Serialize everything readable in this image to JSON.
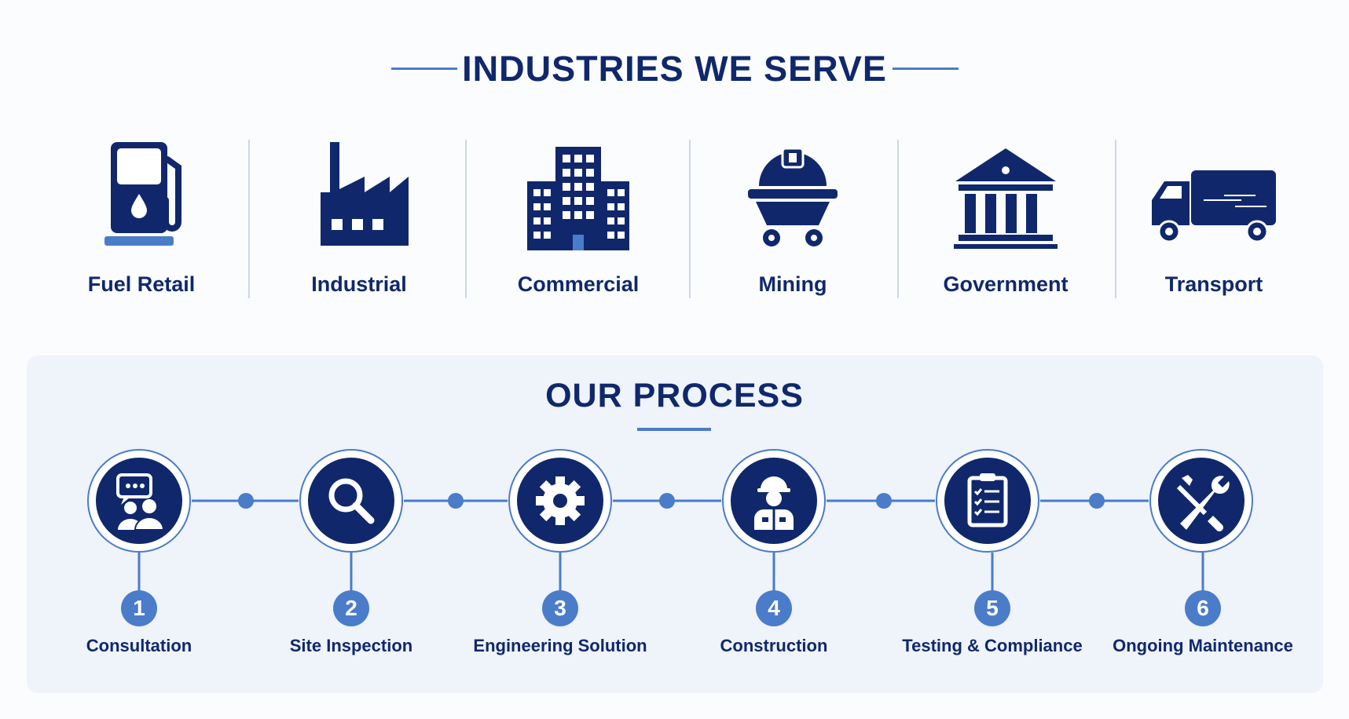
{
  "industries": {
    "title": "INDUSTRIES WE SERVE",
    "items": [
      {
        "label": "Fuel Retail",
        "icon": "fuel-pump-icon"
      },
      {
        "label": "Industrial",
        "icon": "factory-icon"
      },
      {
        "label": "Commercial",
        "icon": "office-building-icon"
      },
      {
        "label": "Mining",
        "icon": "mining-cart-icon"
      },
      {
        "label": "Government",
        "icon": "government-building-icon"
      },
      {
        "label": "Transport",
        "icon": "truck-icon"
      }
    ]
  },
  "process": {
    "title": "OUR PROCESS",
    "steps": [
      {
        "number": "1",
        "label": "Consultation",
        "icon": "consultation-chat-people-icon"
      },
      {
        "number": "2",
        "label": "Site Inspection",
        "icon": "magnifier-icon"
      },
      {
        "number": "3",
        "label": "Engineering Solution",
        "icon": "gear-icon"
      },
      {
        "number": "4",
        "label": "Construction",
        "icon": "hard-hat-worker-icon"
      },
      {
        "number": "5",
        "label": "Testing & Compliance",
        "icon": "clipboard-checklist-icon"
      },
      {
        "number": "6",
        "label": "Ongoing Maintenance",
        "icon": "wrench-screwdriver-icon"
      }
    ]
  },
  "colors": {
    "navy": "#10286b",
    "accent_blue": "#4a7cc9",
    "panel_bg": "#eff3fa",
    "page_bg": "#fbfcfe"
  }
}
